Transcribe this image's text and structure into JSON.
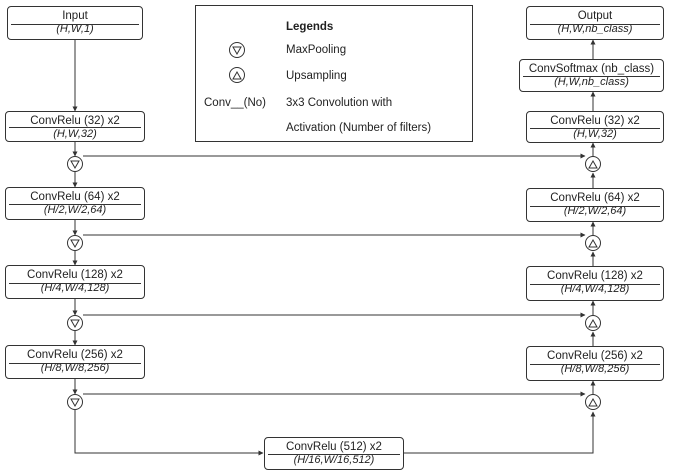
{
  "nodes": {
    "input": {
      "name": "Input",
      "shape": "(H,W,1)"
    },
    "enc1": {
      "name": "ConvRelu (32) x2",
      "shape": "(H,W,32)"
    },
    "enc2": {
      "name": "ConvRelu (64) x2",
      "shape": "(H/2,W/2,64)"
    },
    "enc3": {
      "name": "ConvRelu (128) x2",
      "shape": "(H/4,W/4,128)"
    },
    "enc4": {
      "name": "ConvRelu (256) x2",
      "shape": "(H/8,W/8,256)"
    },
    "bottom": {
      "name": "ConvRelu (512) x2",
      "shape": "(H/16,W/16,512)"
    },
    "dec4": {
      "name": "ConvRelu (256) x2",
      "shape": "(H/8,W/8,256)"
    },
    "dec3": {
      "name": "ConvRelu (128) x2",
      "shape": "(H/4,W/4,128)"
    },
    "dec2": {
      "name": "ConvRelu (64) x2",
      "shape": "(H/2,W/2,64)"
    },
    "dec1": {
      "name": "ConvRelu (32) x2",
      "shape": "(H,W,32)"
    },
    "softmax": {
      "name": "ConvSoftmax (nb_class)",
      "shape": "(H,W,nb_class)"
    },
    "output": {
      "name": "Output",
      "shape": "(H,W,nb_class)"
    }
  },
  "legend": {
    "title": "Legends",
    "maxpool_label": "MaxPooling",
    "upsample_label": "Upsampling",
    "conv_key": "Conv__(No)",
    "conv_desc_1": "3x3 Convolution with",
    "conv_desc_2": "Activation (Number of filters)"
  }
}
